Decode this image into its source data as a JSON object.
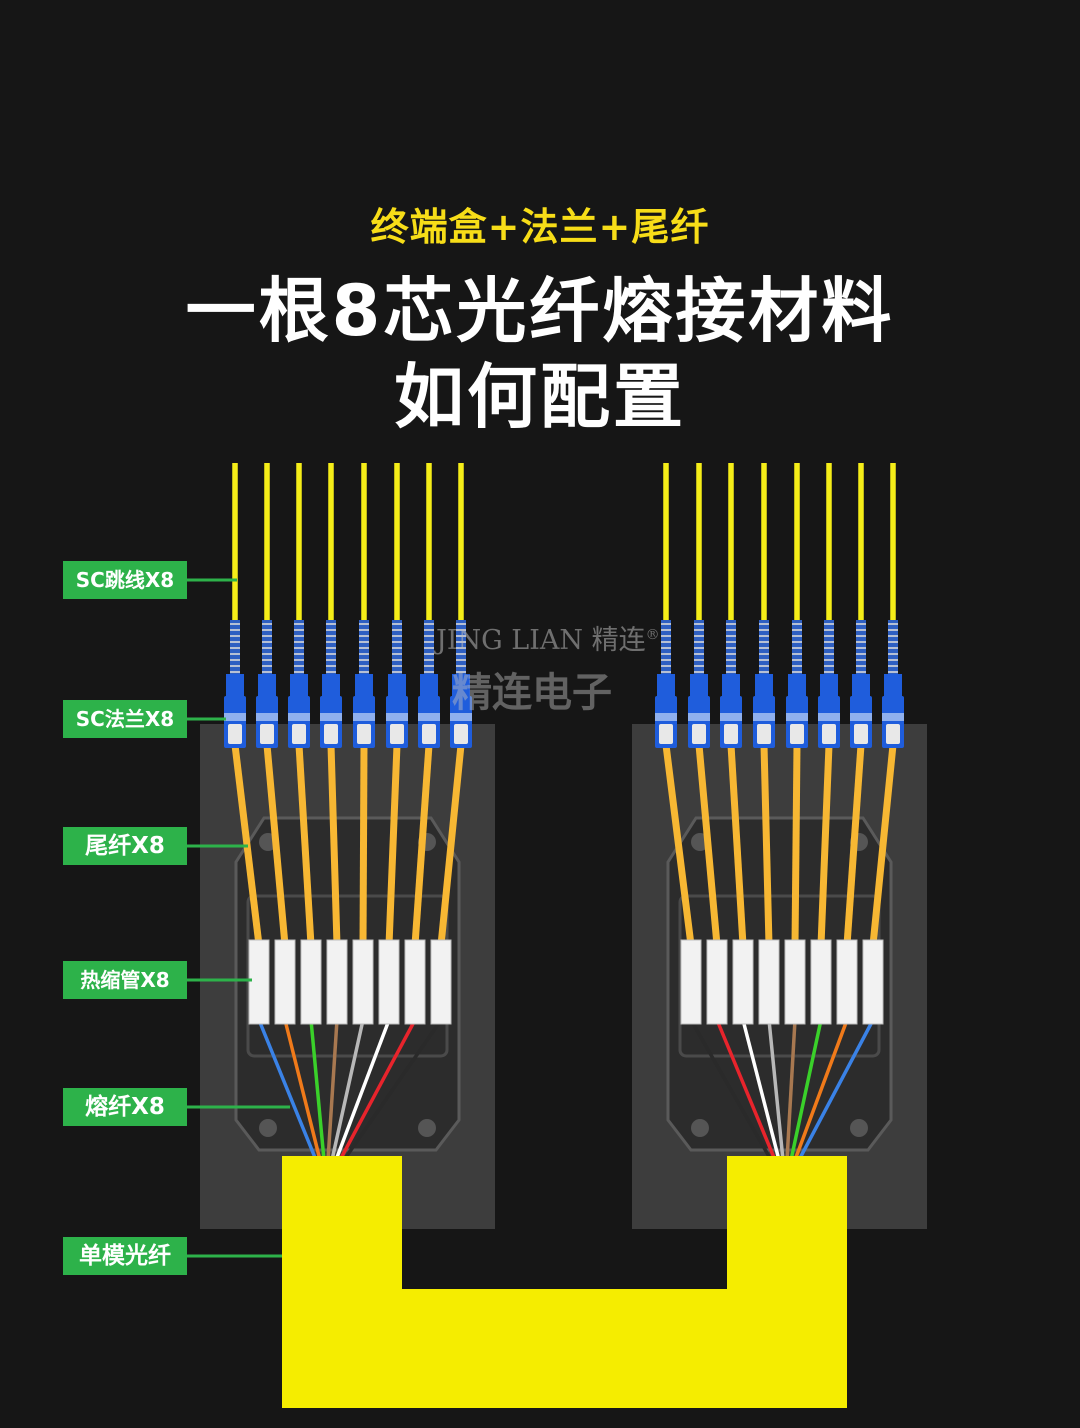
{
  "header": {
    "subtitle": "终端盒+法兰+尾纤",
    "title_line1": "一根8芯光纤熔接材料",
    "title_line2": "如何配置"
  },
  "labels": [
    {
      "name": "label-sc-patch-cord",
      "text": "SC跳线X8"
    },
    {
      "name": "label-sc-adapter",
      "text": "SC法兰X8"
    },
    {
      "name": "label-pigtail",
      "text": "尾纤X8"
    },
    {
      "name": "label-heat-shrink",
      "text": "热缩管X8"
    },
    {
      "name": "label-fused-fiber",
      "text": "熔纤X8"
    },
    {
      "name": "label-single-mode-fiber",
      "text": "单模光纤"
    }
  ],
  "watermark": {
    "line1": "JING LIAN 精连",
    "registered": "®",
    "line2": "精连电子"
  },
  "colors": {
    "background": "#161616",
    "box": "#3d3d3d",
    "patch_cord": "#f5ed18",
    "pigtail": "#f7b733",
    "adapter": "#1f5ddc",
    "label_bg": "#2db24a",
    "title": "#ffffff",
    "subtitle": "#f7dd18",
    "trunk": "#f5ed00"
  },
  "fiber_colors_left": [
    "#3a82e6",
    "#f07a1a",
    "#3ad12a",
    "#a87850",
    "#b8b8b8",
    "#ffffff",
    "#e8242c",
    "#2a2a2a"
  ],
  "fiber_colors_right": [
    "#2a2a2a",
    "#e8242c",
    "#ffffff",
    "#b8b8b8",
    "#a87850",
    "#3ad12a",
    "#f07a1a",
    "#3a82e6"
  ]
}
